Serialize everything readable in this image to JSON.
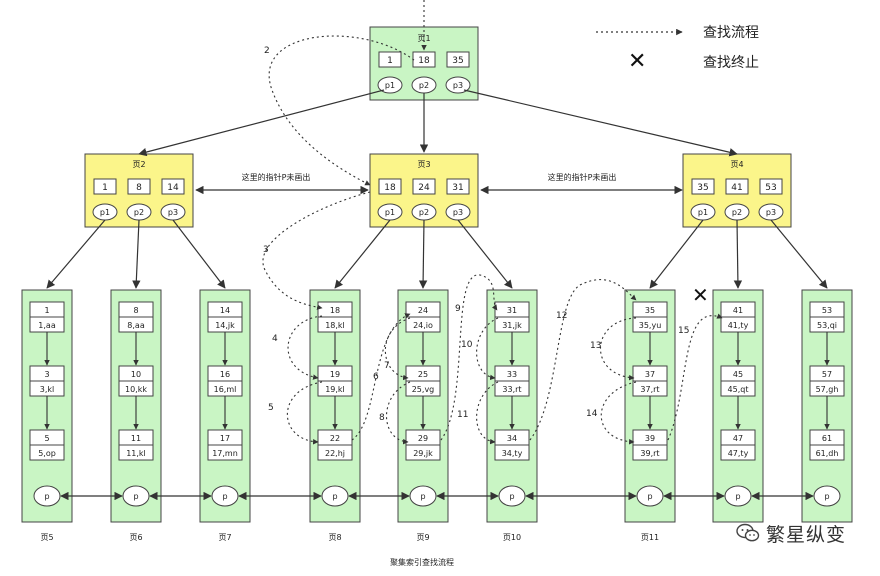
{
  "legend": {
    "search_flow_label": "查找流程",
    "search_stop_label": "查找终止",
    "stop_symbol": "✕"
  },
  "root": {
    "title": "页1",
    "keys": [
      "1",
      "18",
      "35"
    ],
    "pointers": [
      "p1",
      "p2",
      "p3"
    ]
  },
  "internal_nodes": [
    {
      "id": "page2",
      "title": "页2",
      "keys": [
        "1",
        "8",
        "14"
      ],
      "pointers": [
        "p1",
        "p2",
        "p3"
      ]
    },
    {
      "id": "page3",
      "title": "页3",
      "keys": [
        "18",
        "24",
        "31"
      ],
      "pointers": [
        "p1",
        "p2",
        "p3"
      ]
    },
    {
      "id": "page4",
      "title": "页4",
      "keys": [
        "35",
        "41",
        "53"
      ],
      "pointers": [
        "p1",
        "p2",
        "p3"
      ]
    }
  ],
  "sibling_note": "这里的指针P未画出",
  "leaves": [
    {
      "id": "page5",
      "label": "页5",
      "rows": [
        [
          "1",
          "1,aa"
        ],
        [
          "3",
          "3,kl"
        ],
        [
          "5",
          "5,op"
        ]
      ]
    },
    {
      "id": "page6",
      "label": "页6",
      "rows": [
        [
          "8",
          "8,aa"
        ],
        [
          "10",
          "10,kk"
        ],
        [
          "11",
          "11,kl"
        ]
      ]
    },
    {
      "id": "page7",
      "label": "页7",
      "rows": [
        [
          "14",
          "14,jk"
        ],
        [
          "16",
          "16,ml"
        ],
        [
          "17",
          "17,mn"
        ]
      ]
    },
    {
      "id": "page8",
      "label": "页8",
      "rows": [
        [
          "18",
          "18,kl"
        ],
        [
          "19",
          "19,kl"
        ],
        [
          "22",
          "22,hj"
        ]
      ]
    },
    {
      "id": "page9",
      "label": "页9",
      "rows": [
        [
          "24",
          "24,io"
        ],
        [
          "25",
          "25,vg"
        ],
        [
          "29",
          "29,jk"
        ]
      ]
    },
    {
      "id": "page10",
      "label": "页10",
      "rows": [
        [
          "31",
          "31,jk"
        ],
        [
          "33",
          "33,rt"
        ],
        [
          "34",
          "34,ty"
        ]
      ]
    },
    {
      "id": "page11",
      "label": "页11",
      "rows": [
        [
          "35",
          "35,yu"
        ],
        [
          "37",
          "37,rt"
        ],
        [
          "39",
          "39,rt"
        ]
      ]
    },
    {
      "id": "page12",
      "label": "",
      "rows": [
        [
          "41",
          "41,ty"
        ],
        [
          "45",
          "45,qt"
        ],
        [
          "47",
          "47,ty"
        ]
      ]
    },
    {
      "id": "page13",
      "label": "",
      "rows": [
        [
          "53",
          "53,qi"
        ],
        [
          "57",
          "57,gh"
        ],
        [
          "61",
          "61,dh"
        ]
      ]
    }
  ],
  "leaf_pointer_label": "p",
  "step_numbers": [
    "2",
    "3",
    "4",
    "5",
    "6",
    "7",
    "8",
    "9",
    "10",
    "11",
    "12",
    "13",
    "14",
    "15"
  ],
  "caption": "聚集索引查找流程",
  "watermark": {
    "text": "繁星纵变",
    "icon": "wechat-icon"
  },
  "colors": {
    "internal_fill": "#fbf58a",
    "leaf_fill": "#c9f5c4",
    "cell_fill": "#ffffff",
    "stroke": "#444444",
    "text": "#222222"
  }
}
